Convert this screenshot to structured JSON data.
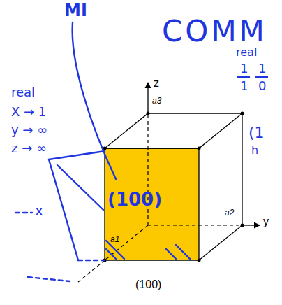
{
  "diagram": {
    "nodes": [
      {
        "text": [
          "(100)"
        ]
      }
    ],
    "labels": [
      "MI",
      "COMM",
      "real",
      "1",
      "1",
      "1",
      "0",
      "(1",
      "h",
      "real",
      "X → 1",
      "y → ∞",
      "z → ∞",
      "z",
      "a3",
      "y",
      "a2",
      "x",
      "a1",
      "(100)"
    ]
  }
}
